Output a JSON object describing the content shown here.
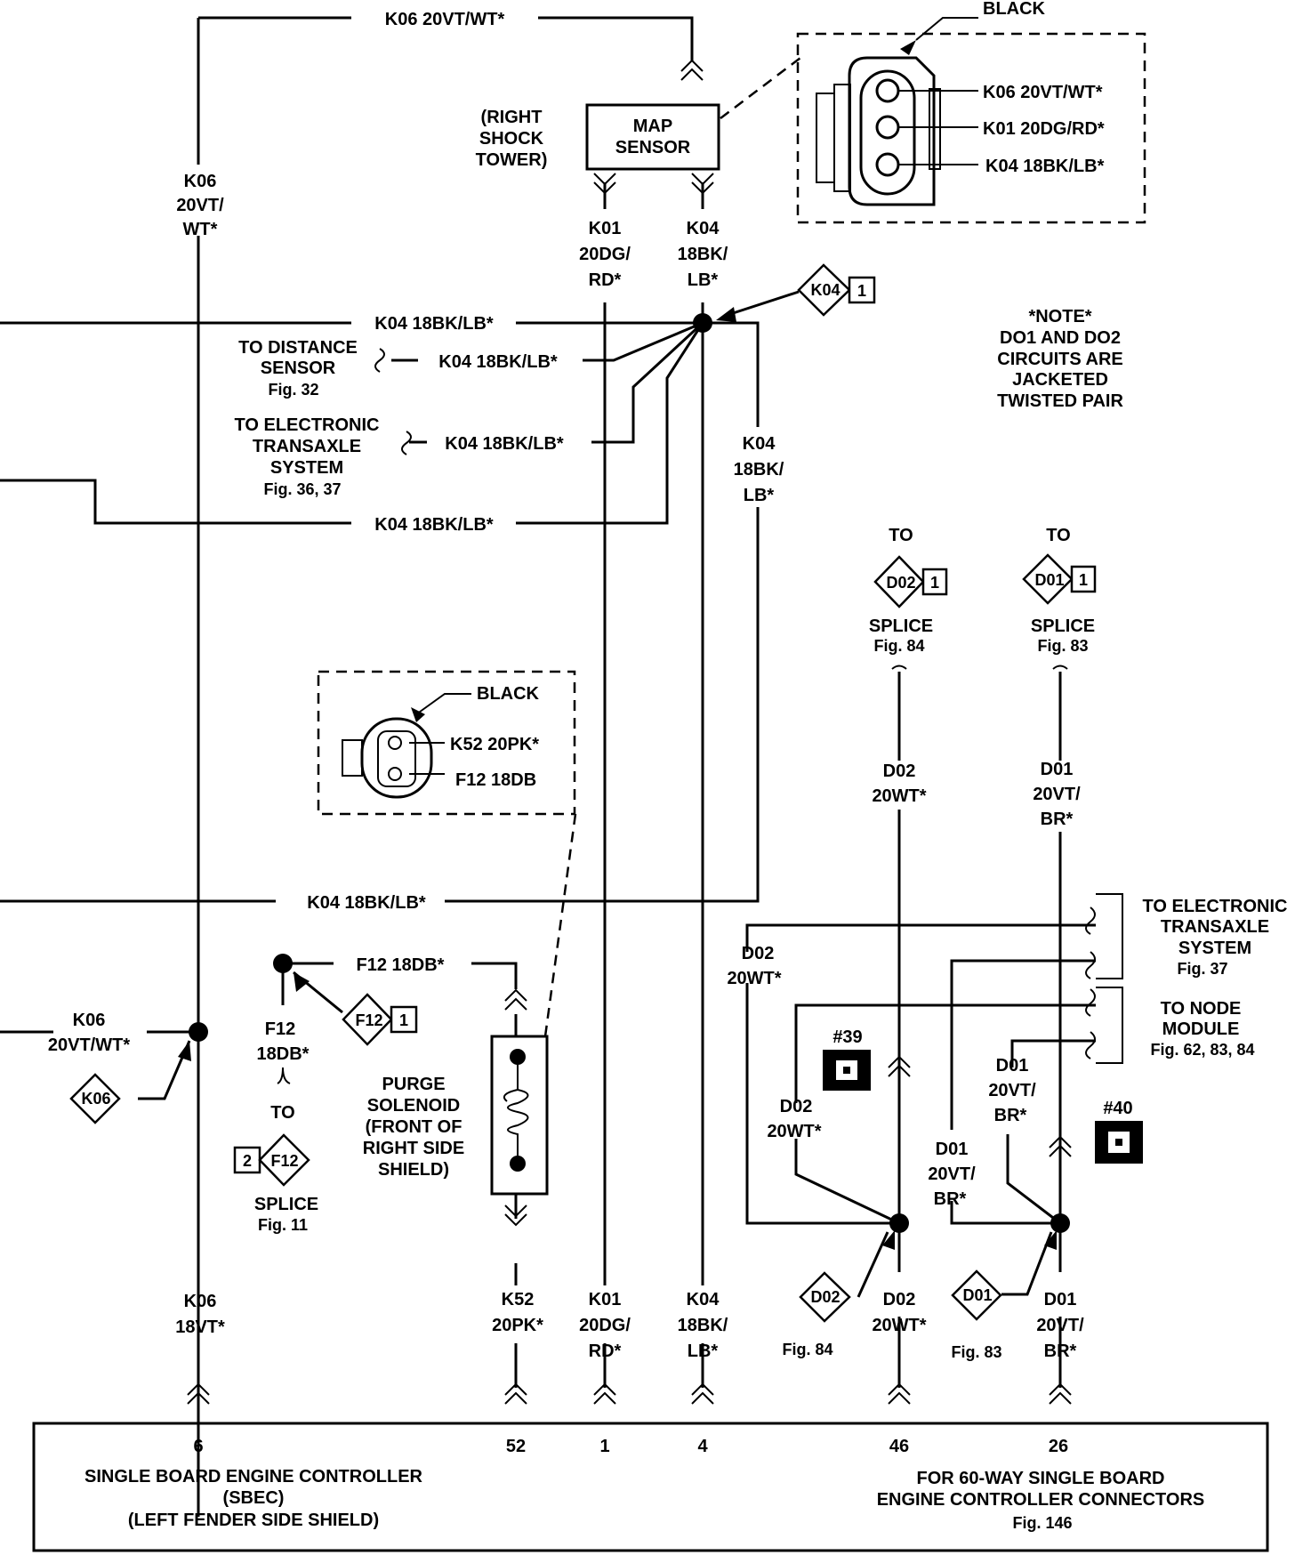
{
  "labels": {
    "k06_top": "K06 20VT/WT*",
    "k06_vert_1": "K06",
    "k06_vert_2": "20VT/",
    "k06_vert_3": "WT*",
    "right_shock_1": "(RIGHT",
    "right_shock_2": "SHOCK",
    "right_shock_3": "TOWER)",
    "map_1": "MAP",
    "map_2": "SENSOR",
    "black": "BLACK",
    "map_pin1": "K06 20VT/WT*",
    "map_pin2": "K01 20DG/RD*",
    "map_pin3": "K04 18BK/LB*",
    "k01_1": "K01",
    "k01_2": "20DG/",
    "k01_3": "RD*",
    "k04_1": "K04",
    "k04_2": "18BK/",
    "k04_3": "LB*",
    "k04_splice_name": "K04",
    "k04_splice_num": "1",
    "note_1": "*NOTE*",
    "note_2": "DO1 AND DO2",
    "note_3": "CIRCUITS ARE",
    "note_4": "JACKETED",
    "note_5": "TWISTED PAIR",
    "k04_h1": "K04 18BK/LB*",
    "k04_h2": "K04 18BK/LB*",
    "k04_h3": "K04 18BK/LB*",
    "k04_h4": "K04 18BK/LB*",
    "k04_h5": "K04 18BK/LB*",
    "dist_1": "TO DISTANCE",
    "dist_2": "SENSOR",
    "dist_3": "Fig. 32",
    "ets_1": "TO ELECTRONIC",
    "ets_2": "TRANSAXLE",
    "ets_3": "SYSTEM",
    "ets_4": "Fig. 36, 37",
    "k04_r1": "K04",
    "k04_r2": "18BK/",
    "k04_r3": "LB*",
    "to_d02": "TO",
    "d02_splice": "D02",
    "d02_splice_num": "1",
    "splice_84": "SPLICE",
    "fig_84": "Fig. 84",
    "to_d01": "TO",
    "d01_splice": "D01",
    "d01_splice_num": "1",
    "splice_83": "SPLICE",
    "fig_83": "Fig. 83",
    "d02_a1": "D02",
    "d02_a2": "20WT*",
    "d01_a1": "D01",
    "d01_a2": "20VT/",
    "d01_a3": "BR*",
    "black2": "BLACK",
    "purge_pin1": "K52 20PK*",
    "purge_pin2": "F12 18DB",
    "ets2_1": "TO ELECTRONIC",
    "ets2_2": "TRANSAXLE",
    "ets2_3": "SYSTEM",
    "ets2_4": "Fig. 37",
    "node_1": "TO NODE",
    "node_2": "MODULE",
    "node_3": "Fig. 62, 83, 84",
    "d02_l1": "D02",
    "d02_l2": "20WT*",
    "f12_h": "F12 18DB*",
    "f12_splice": "F12",
    "f12_splice_num": "1",
    "f12_v1": "F12",
    "f12_v2": "18DB*",
    "to_f12": "TO",
    "f12_splice2_num": "2",
    "f12_splice2": "F12",
    "splice_11": "SPLICE",
    "fig_11": "Fig. 11",
    "k06_l1": "K06",
    "k06_l2": "20VT/WT*",
    "k06_splice": "K06",
    "purge_1": "PURGE",
    "purge_2": "SOLENOID",
    "purge_3": "(FRONT OF",
    "purge_4": "RIGHT SIDE",
    "purge_5": "SHIELD)",
    "g39": "#39",
    "g40": "#40",
    "d01_l1": "D01",
    "d01_l2": "20VT/",
    "d01_l3": "BR*",
    "d02_m1": "D02",
    "d02_m2": "20WT*",
    "d01_m1": "D01",
    "d01_m2": "20VT/",
    "d01_m3": "BR*",
    "k06_b1": "K06",
    "k06_b2": "18VT*",
    "k52_b1": "K52",
    "k52_b2": "20PK*",
    "k01_b1": "K01",
    "k01_b2": "20DG/",
    "k01_b3": "RD*",
    "k04_b1": "K04",
    "k04_b2": "18BK/",
    "k04_b3": "LB*",
    "d02_b_splice": "D02",
    "fig_84b": "Fig. 84",
    "d02_b1": "D02",
    "d02_b2": "20WT*",
    "d01_b_splice": "D01",
    "fig_83b": "Fig. 83",
    "d01_b1": "D01",
    "d01_b2": "20VT/",
    "d01_b3": "BR*",
    "pin_6": "6",
    "pin_52": "52",
    "pin_1": "1",
    "pin_4": "4",
    "pin_46": "46",
    "pin_26": "26",
    "sbec_1": "SINGLE BOARD ENGINE CONTROLLER",
    "sbec_2": "(SBEC)",
    "sbec_3": "(LEFT FENDER SIDE SHIELD)",
    "conn_1": "FOR 60-WAY SINGLE BOARD",
    "conn_2": "ENGINE CONTROLLER CONNECTORS",
    "conn_3": "Fig. 146"
  }
}
